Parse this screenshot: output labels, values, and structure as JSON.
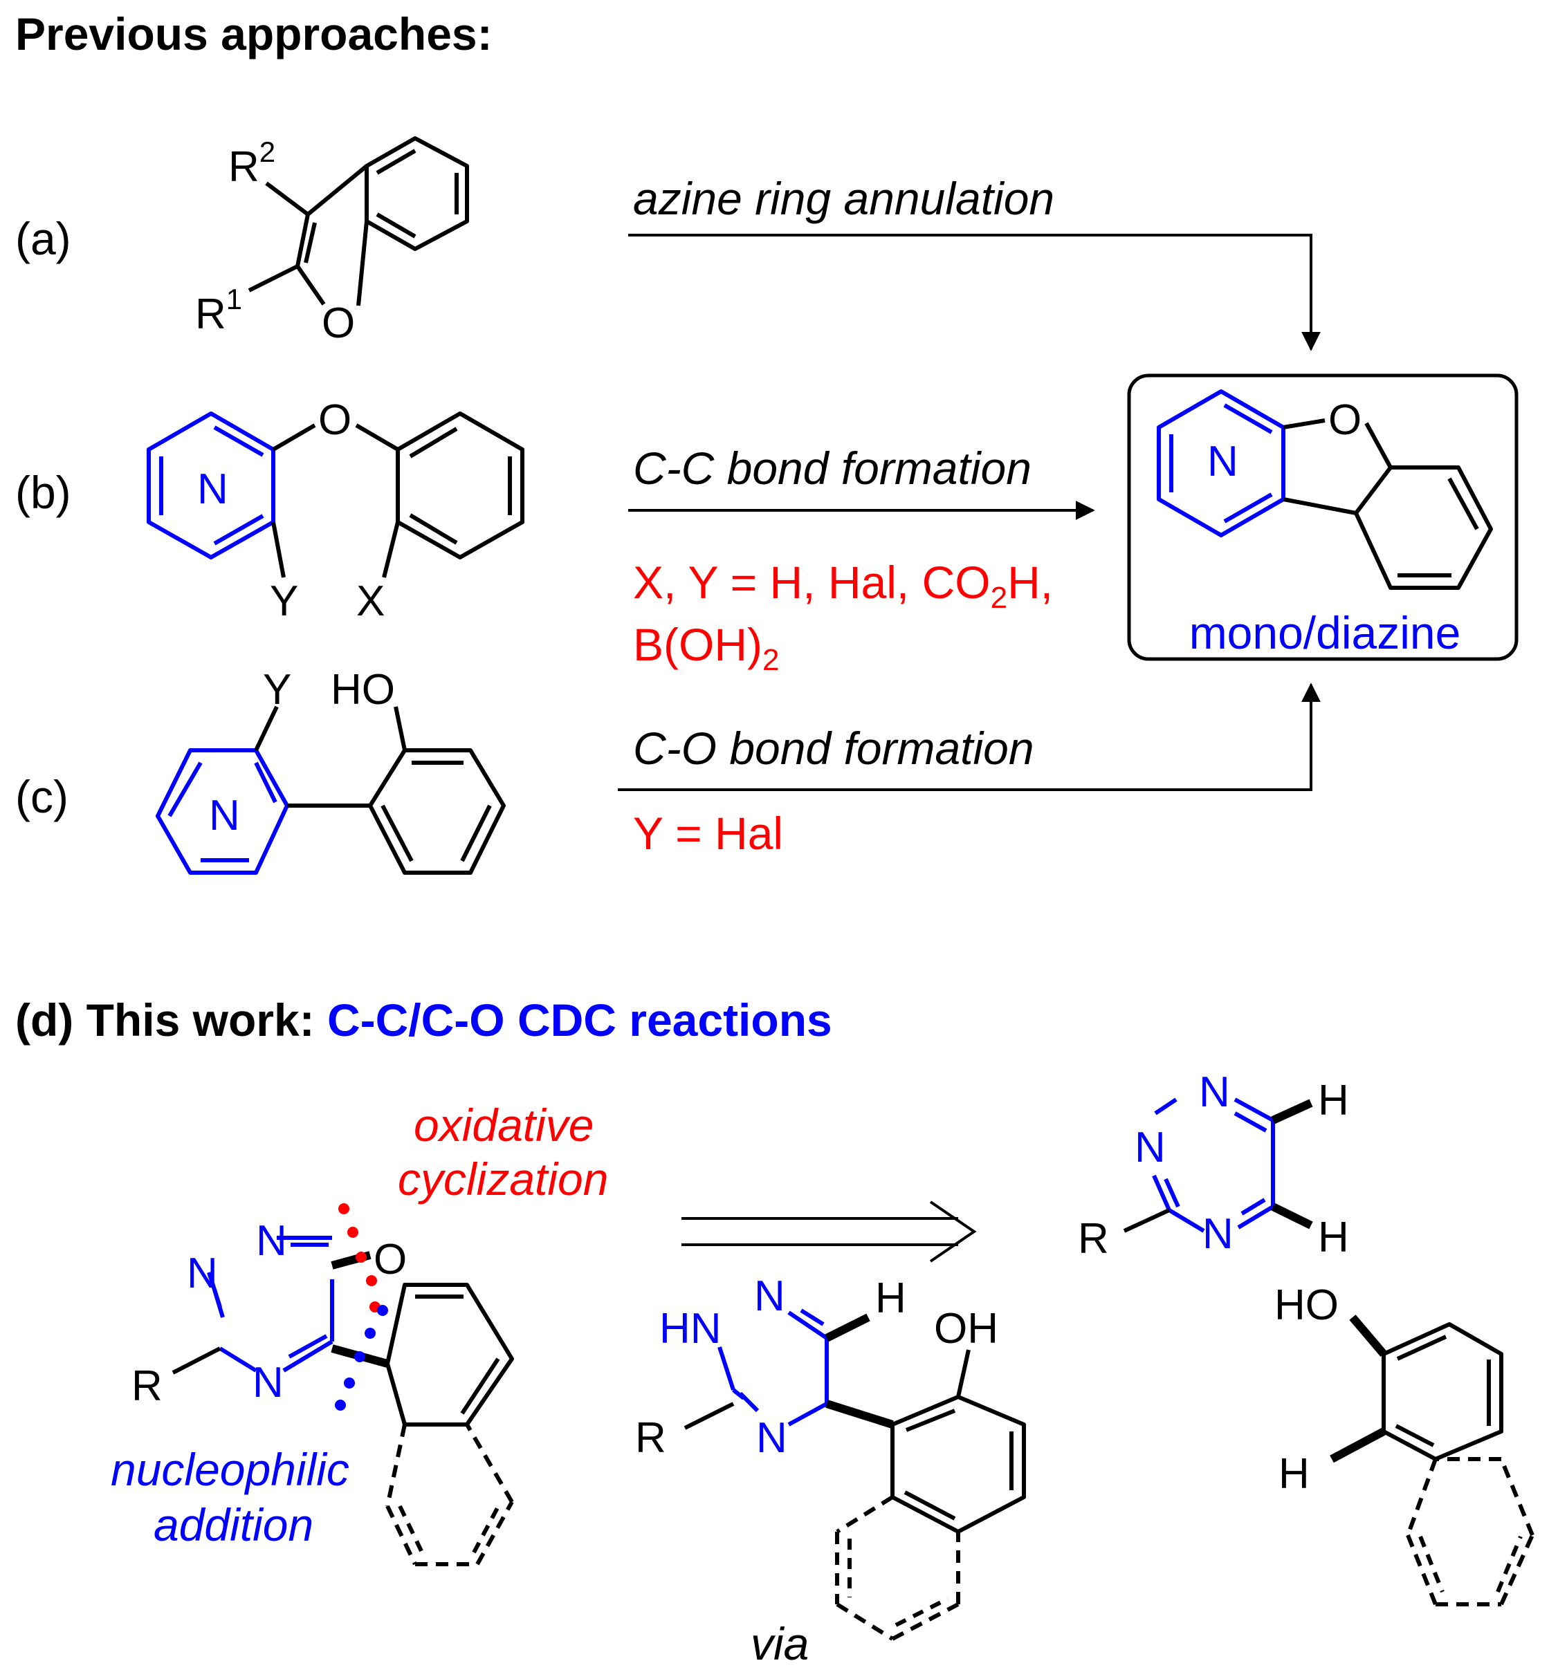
{
  "colors": {
    "black": "#000000",
    "blue": "#0000ff",
    "red": "#ff0000"
  },
  "header": {
    "title": "Previous approaches:"
  },
  "panels": {
    "a": {
      "label": "(a)",
      "reaction": "azine ring annulation",
      "R2": "R",
      "R2_sup": "2",
      "R1": "R",
      "R1_sup": "1",
      "O": "O"
    },
    "b": {
      "label": "(b)",
      "reaction": "C-C bond formation",
      "O": "O",
      "N": "N",
      "Y": "Y",
      "X": "X",
      "cond_1": "X, Y = H, Hal, CO",
      "cond_sub": "2",
      "cond_2": "H,",
      "cond_3": "B(OH)",
      "cond_3_sub": "2"
    },
    "c": {
      "label": "(c)",
      "reaction": "C-O bond formation",
      "condition": "Y = Hal",
      "Y": "Y",
      "HO": "HO",
      "N": "N"
    },
    "product": {
      "N": "N",
      "O": "O",
      "caption": "mono/diazine"
    }
  },
  "this_work": {
    "prefix": "(d) This work: ",
    "highlight": "C-C/C-O CDC reactions",
    "oxidative_1": "oxidative",
    "oxidative_2": "cyclization",
    "nucleophilic_1": "nucleophilic",
    "nucleophilic_2": "addition",
    "via": "via",
    "prod": {
      "N1": "N",
      "N2": "N",
      "N4": "N",
      "R": "R",
      "O": "O"
    },
    "inter": {
      "HN": "HN",
      "N": "N",
      "N2": "N",
      "R": "R",
      "H": "H",
      "OH": "OH"
    },
    "triazine": {
      "N1": "N",
      "N2": "N",
      "N4": "N",
      "R": "R",
      "H1": "H",
      "H2": "H"
    },
    "naphthol": {
      "HO": "HO",
      "H": "H"
    }
  }
}
